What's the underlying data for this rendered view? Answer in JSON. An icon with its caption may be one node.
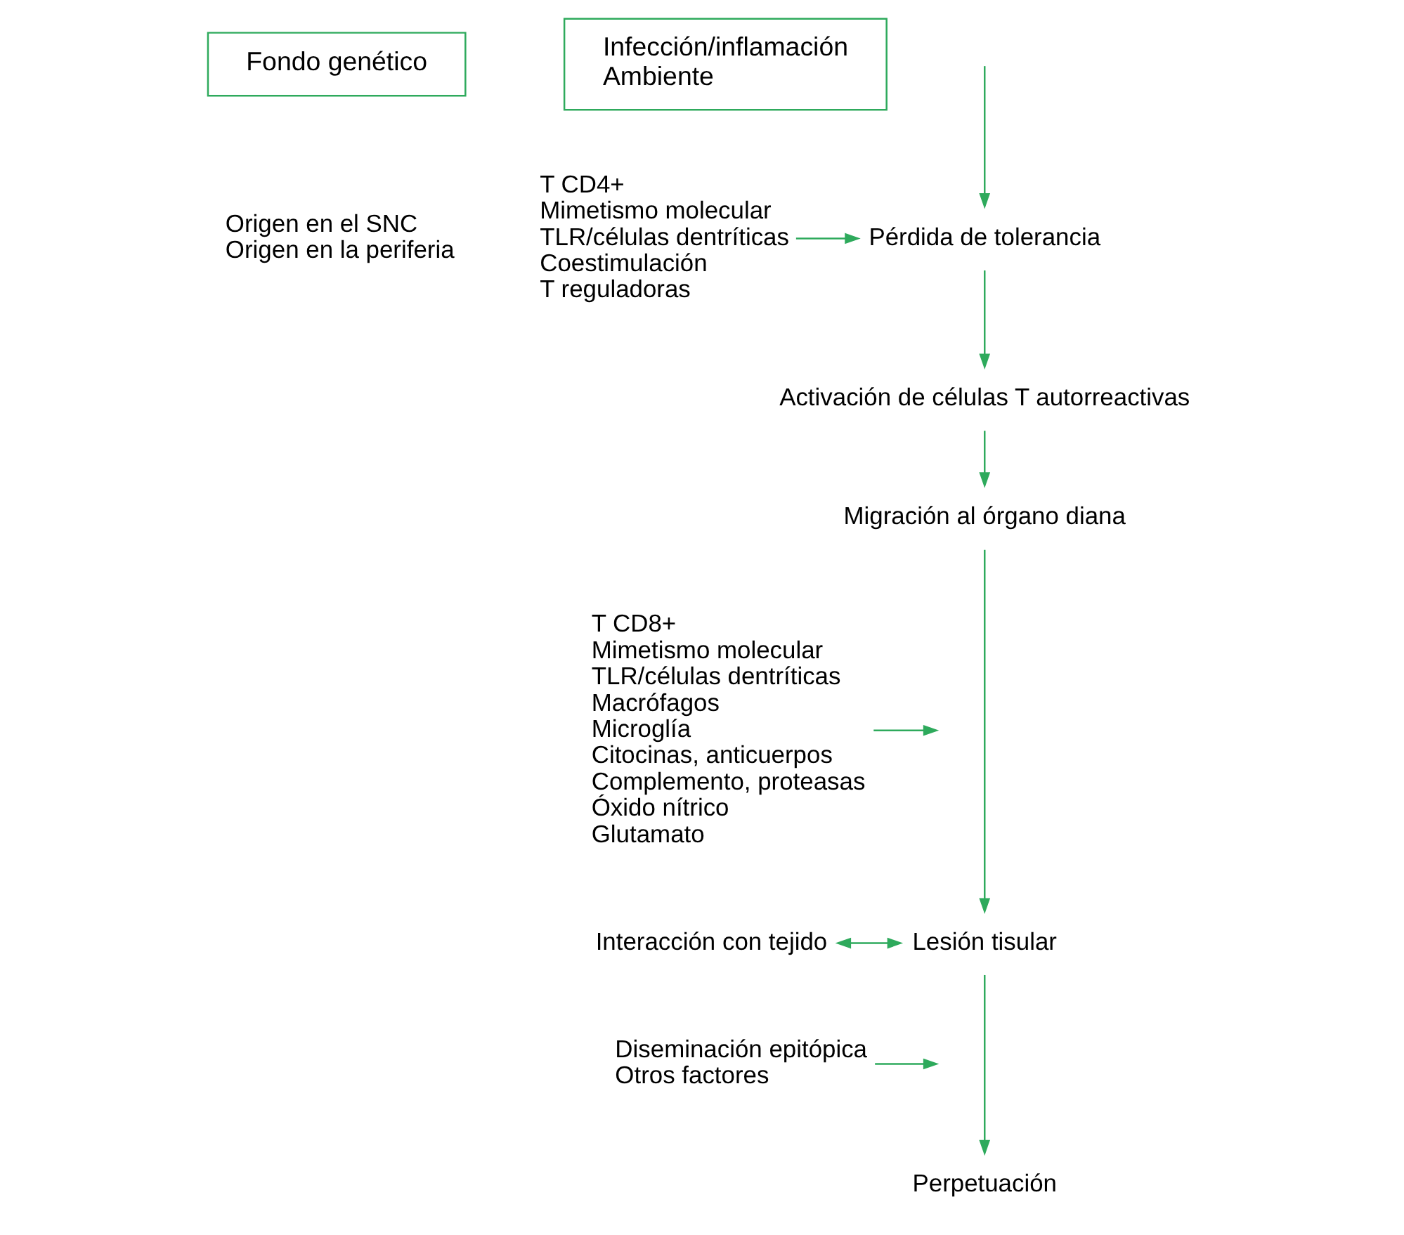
{
  "diagram": {
    "nodes": [
      {
        "text": [
          "Fondo genético"
        ]
      },
      {
        "text": [
          "Infección/inflamación",
          "Ambiente"
        ]
      },
      {
        "text": [
          "Pérdida de tolerancia"
        ]
      },
      {
        "text": [
          "T CD4+",
          "Mimetismo molecular",
          "TLR/células dentríticas",
          "Coestimulación",
          "T reguladoras"
        ]
      },
      {
        "text": [
          "Activación de células T autorreactivas"
        ]
      },
      {
        "text": [
          "Migración al órgano diana"
        ]
      },
      {
        "text": [
          "T CD8+",
          "Mimetismo molecular",
          "TLR/células dentríticas",
          "Macrófagos",
          "Microglía",
          "Citocinas, anticuerpos",
          "Complemento, proteasas",
          "Óxido nítrico",
          "Glutamato"
        ]
      },
      {
        "text": [
          "Lesión tisular"
        ]
      },
      {
        "text": [
          "Interacción con tejido"
        ]
      },
      {
        "text": [
          "Diseminación epitópica",
          "Otros factores"
        ]
      },
      {
        "text": [
          "Perpetuación"
        ]
      }
    ],
    "edges": [
      {
        "from": null,
        "to": 2,
        "arrow": "to"
      },
      {
        "from": 3,
        "to": 2,
        "arrow": "to"
      },
      {
        "from": 2,
        "to": 4,
        "arrow": "to"
      },
      {
        "from": 4,
        "to": 5,
        "arrow": "to"
      },
      {
        "from": 5,
        "to": 7,
        "arrow": "to"
      },
      {
        "from": 6,
        "to": null,
        "arrow": "to"
      },
      {
        "from": 8,
        "to": 7,
        "arrow": "both"
      },
      {
        "from": 7,
        "to": 10,
        "arrow": "to"
      },
      {
        "from": 9,
        "to": null,
        "arrow": "to"
      }
    ],
    "labels": [
      "Origen en el SNC",
      "Origen en la periferia"
    ]
  }
}
